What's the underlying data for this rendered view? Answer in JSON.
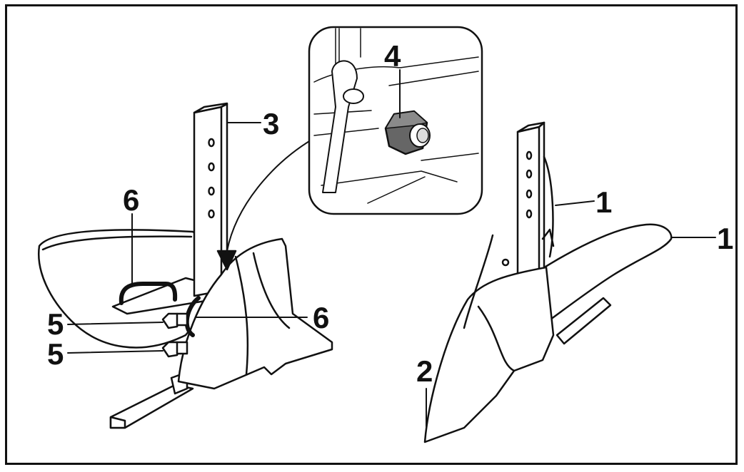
{
  "figure": {
    "callouts": {
      "c1a": "1",
      "c1b": "1",
      "c2": "2",
      "c3": "3",
      "c4": "4",
      "c5a": "5",
      "c5b": "5",
      "c6a": "6",
      "c6b": "6"
    },
    "colors": {
      "line": "#111111",
      "fill": "#ffffff",
      "detail_fill": "#555555"
    },
    "icons": [
      "plough-assembly-left",
      "plough-assembly-right",
      "nut-detail-inset"
    ]
  }
}
